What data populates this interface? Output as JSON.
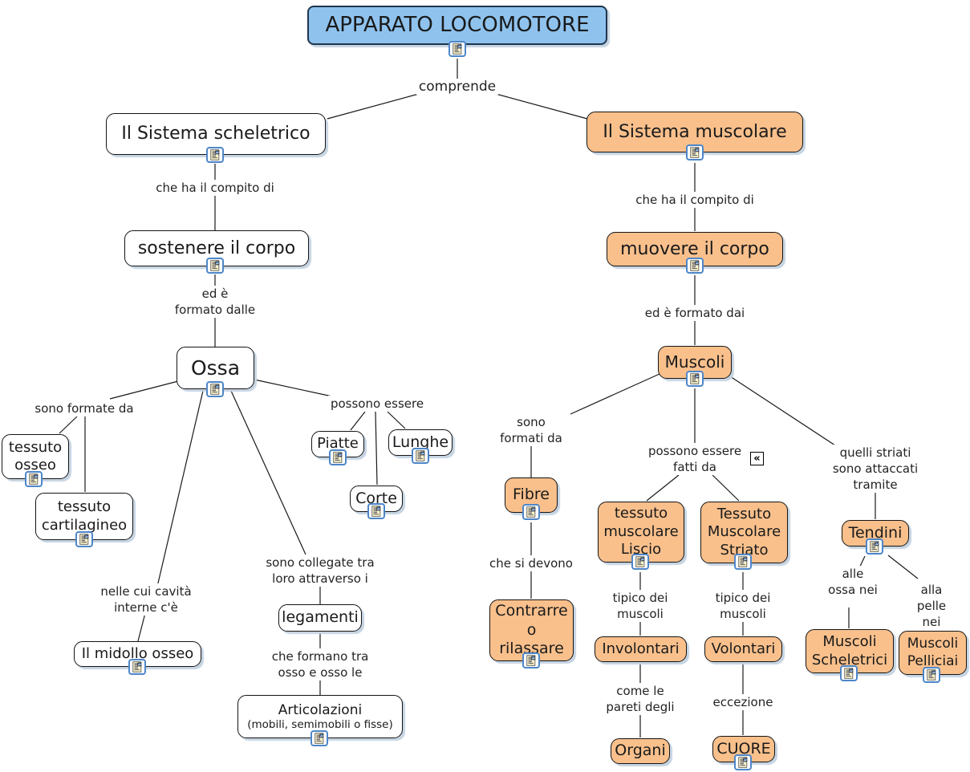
{
  "colors": {
    "root_fill": "#8fc3ee",
    "root_border": "#20354d",
    "muscular_fill": "#f9c08c",
    "skeletal_fill": "#ffffff",
    "node_border": "#141414",
    "line": "#1a1a1a",
    "shadow": "#c6d4e2"
  },
  "nodes": {
    "root": "APPARATO LOCOMOTORE",
    "sistema_scheletrico": "Il Sistema scheletrico",
    "sostenere_il_corpo": "sostenere il corpo",
    "ossa": "Ossa",
    "tessuto_osseo": "tessuto\nosseo",
    "tessuto_cartilagineo": "tessuto\ncartilagineo",
    "piatte": "Piatte",
    "lunghe": "Lunghe",
    "corte": "Corte",
    "midollo_osseo": "Il midollo osseo",
    "legamenti": "legamenti",
    "articolazioni": "Articolazioni",
    "articolazioni_sub": "(mobili, semimobili o fisse)",
    "sistema_muscolare": "Il Sistema muscolare",
    "muovere_il_corpo": "muovere il corpo",
    "muscoli": "Muscoli",
    "fibre": "Fibre",
    "contrarre_o_rilassare": "Contrarre\no\nrilassare",
    "tessuto_muscolare_liscio": "tessuto\nmuscolare\nLiscio",
    "tessuto_muscolare_striato": "Tessuto\nMuscolare\nStriato",
    "involontari": "Involontari",
    "volontari": "Volontari",
    "organi": "Organi",
    "cuore": "CUORE",
    "tendini": "Tendini",
    "muscoli_scheletrici": "Muscoli\nScheletrici",
    "muscoli_pelliciai": "Muscoli\nPelliciai"
  },
  "labels": {
    "comprende": "comprende",
    "che_ha_il_compito_di_sx": "che ha il compito di",
    "ed_e_formato_dalle": "ed è\nformato dalle",
    "sono_formate_da": "sono formate da",
    "possono_essere": "possono essere",
    "nelle_cui_cavita": "nelle cui cavità\ninterne c'è",
    "sono_collegate": "sono collegate tra\nloro attraverso i",
    "che_formano": "che formano tra\nosso e osso le",
    "che_ha_il_compito_di_dx": "che ha il compito di",
    "ed_e_formato_dai": "ed è formato dai",
    "sono_formati_da": "sono\nformati da",
    "che_si_devono": "che si devono",
    "possono_essere_fatti_da": "possono essere\nfatti da",
    "tipico_dei_muscoli_1": "tipico dei\nmuscoli",
    "come_le_pareti_degli": "come le\npareti degli",
    "tipico_dei_muscoli_2": "tipico dei\nmuscoli",
    "eccezione": "eccezione",
    "quelli_striati": "quelli striati\nsono attaccati\ntramite",
    "alle_ossa_nei": "alle\nossa nei",
    "alla_pelle_nei": "alla\npelle nei"
  },
  "icons": {
    "resource": "document-resource",
    "collapse_glyph": "«"
  }
}
